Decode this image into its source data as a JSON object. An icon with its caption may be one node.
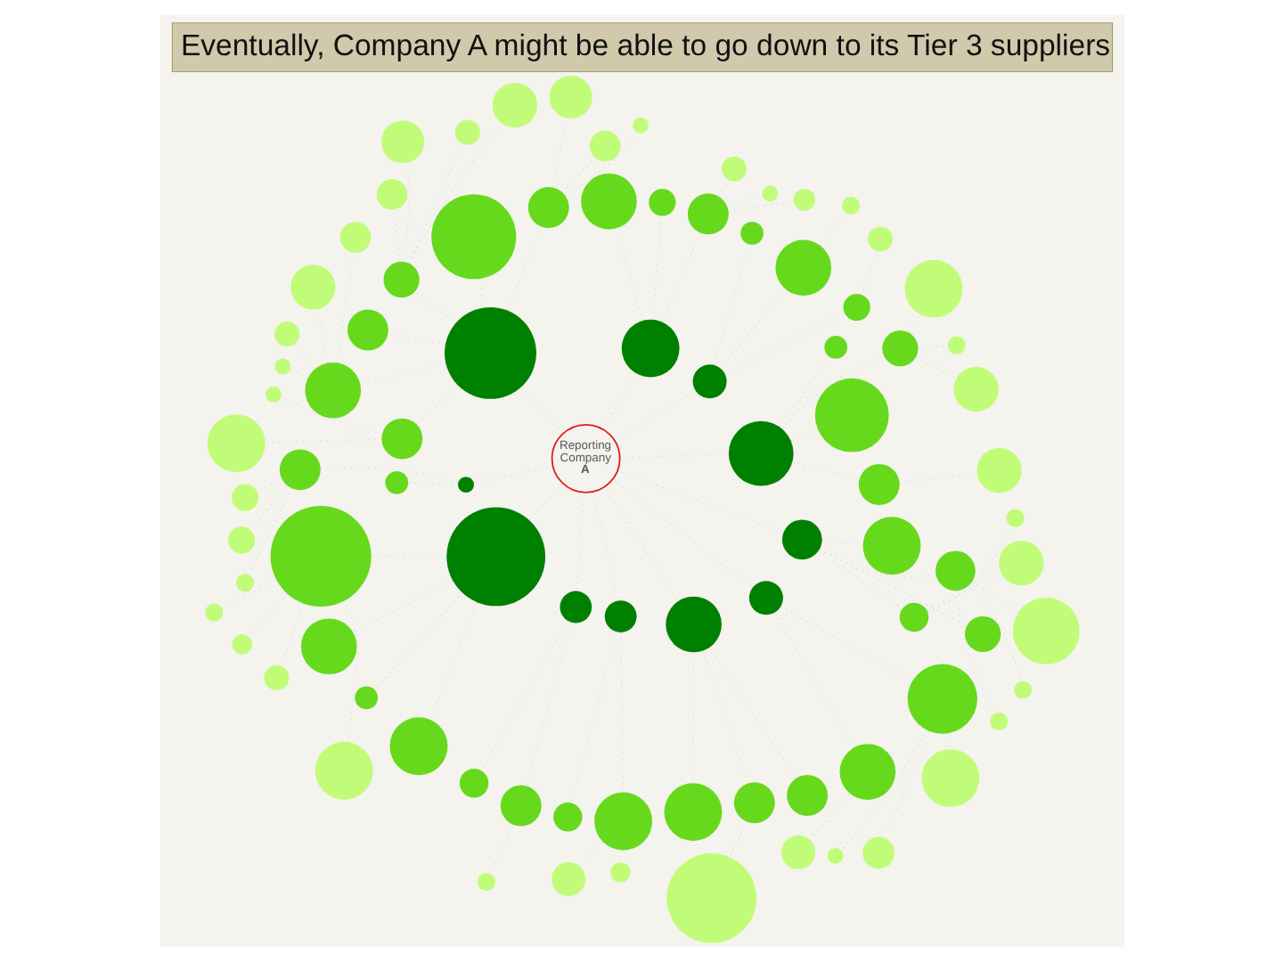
{
  "diagram": {
    "title": "Eventually, Company A might be able to go down to its Tier 3 suppliers",
    "nodes": [
      {
        "text": [
          "Reporting Company **A**"
        ]
      },
      {
        "text": [],
        "shape": "circle"
      },
      {
        "text": [],
        "shape": "circle"
      },
      {
        "text": [],
        "shape": "circle"
      },
      {
        "text": [],
        "shape": "circle"
      },
      {
        "text": [],
        "shape": "circle"
      },
      {
        "text": [],
        "shape": "circle"
      },
      {
        "text": [],
        "shape": "circle"
      },
      {
        "text": [],
        "shape": "circle"
      },
      {
        "text": [],
        "shape": "circle"
      },
      {
        "text": [],
        "shape": "circle"
      },
      {
        "text": [],
        "shape": "circle"
      },
      {
        "text": [],
        "shape": "circle"
      },
      {
        "text": [],
        "shape": "circle"
      },
      {
        "text": [],
        "shape": "circle"
      },
      {
        "text": [],
        "shape": "circle"
      },
      {
        "text": [],
        "shape": "circle"
      },
      {
        "text": [],
        "shape": "circle"
      },
      {
        "text": [],
        "shape": "circle"
      },
      {
        "text": [],
        "shape": "circle"
      },
      {
        "text": [],
        "shape": "circle"
      },
      {
        "text": [],
        "shape": "circle"
      },
      {
        "text": [],
        "shape": "circle"
      },
      {
        "text": [],
        "shape": "circle"
      },
      {
        "text": [],
        "shape": "circle"
      },
      {
        "text": [],
        "shape": "circle"
      },
      {
        "text": [],
        "shape": "circle"
      },
      {
        "text": [],
        "shape": "circle"
      },
      {
        "text": [],
        "shape": "circle"
      },
      {
        "text": [],
        "shape": "circle"
      },
      {
        "text": [],
        "shape": "circle"
      },
      {
        "text": [],
        "shape": "circle"
      },
      {
        "text": [],
        "shape": "circle"
      },
      {
        "text": [],
        "shape": "circle"
      },
      {
        "text": [],
        "shape": "circle"
      },
      {
        "text": [],
        "shape": "circle"
      },
      {
        "text": [],
        "shape": "circle"
      },
      {
        "text": [],
        "shape": "circle"
      },
      {
        "text": [],
        "shape": "circle"
      },
      {
        "text": [],
        "shape": "circle"
      },
      {
        "text": [],
        "shape": "circle"
      },
      {
        "text": [],
        "shape": "circle"
      },
      {
        "text": [],
        "shape": "circle"
      },
      {
        "text": [],
        "shape": "circle"
      },
      {
        "text": [],
        "shape": "circle"
      },
      {
        "text": [],
        "shape": "circle"
      },
      {
        "text": [],
        "shape": "circle"
      },
      {
        "text": [],
        "shape": "circle"
      },
      {
        "text": [],
        "shape": "circle"
      },
      {
        "text": [],
        "shape": "circle"
      },
      {
        "text": [],
        "shape": "circle"
      },
      {
        "text": [],
        "shape": "circle"
      },
      {
        "text": [],
        "shape": "circle"
      },
      {
        "text": [],
        "shape": "circle"
      },
      {
        "text": [],
        "shape": "circle"
      },
      {
        "text": [],
        "shape": "circle"
      },
      {
        "text": [],
        "shape": "circle"
      },
      {
        "text": [],
        "shape": "circle"
      },
      {
        "text": [],
        "shape": "circle"
      },
      {
        "text": [],
        "shape": "circle"
      },
      {
        "text": [],
        "shape": "circle"
      },
      {
        "text": [],
        "shape": "circle"
      },
      {
        "text": [],
        "shape": "circle"
      },
      {
        "text": [],
        "shape": "circle"
      },
      {
        "text": [],
        "shape": "circle"
      },
      {
        "text": [],
        "shape": "circle"
      },
      {
        "text": [],
        "shape": "circle"
      },
      {
        "text": [],
        "shape": "circle"
      },
      {
        "text": [],
        "shape": "circle"
      },
      {
        "text": [],
        "shape": "circle"
      },
      {
        "text": [],
        "shape": "circle"
      },
      {
        "text": [],
        "shape": "circle"
      },
      {
        "text": [],
        "shape": "circle"
      },
      {
        "text": [],
        "shape": "circle"
      },
      {
        "text": [],
        "shape": "circle"
      },
      {
        "text": [],
        "shape": "circle"
      },
      {
        "text": [],
        "shape": "circle"
      },
      {
        "text": [],
        "shape": "circle"
      },
      {
        "text": [],
        "shape": "circle"
      },
      {
        "text": [],
        "shape": "circle"
      },
      {
        "text": [],
        "shape": "circle"
      },
      {
        "text": [],
        "shape": "circle"
      },
      {
        "text": [],
        "shape": "circle"
      },
      {
        "text": [],
        "shape": "circle"
      },
      {
        "text": [],
        "shape": "circle"
      },
      {
        "text": [],
        "shape": "circle"
      },
      {
        "text": [],
        "shape": "circle"
      },
      {
        "text": [],
        "shape": "circle"
      },
      {
        "text": [],
        "shape": "circle"
      }
    ],
    "edges": [
      {
        "from": 0,
        "to": 1,
        "arrow": "none"
      },
      {
        "from": 0,
        "to": 2,
        "arrow": "none"
      },
      {
        "from": 0,
        "to": 3,
        "arrow": "none"
      },
      {
        "from": 0,
        "to": 4,
        "arrow": "none"
      },
      {
        "from": 0,
        "to": 5,
        "arrow": "none"
      },
      {
        "from": 0,
        "to": 6,
        "arrow": "none"
      },
      {
        "from": 0,
        "to": 7,
        "arrow": "none"
      },
      {
        "from": 0,
        "to": 8,
        "arrow": "none"
      },
      {
        "from": 0,
        "to": 9,
        "arrow": "none"
      },
      {
        "from": 0,
        "to": 10,
        "arrow": "none"
      },
      {
        "from": 0,
        "to": 11,
        "arrow": "none"
      },
      {
        "from": 1,
        "to": 12,
        "arrow": "none"
      },
      {
        "from": 1,
        "to": 13,
        "arrow": "none"
      },
      {
        "from": 1,
        "to": 14,
        "arrow": "none"
      },
      {
        "from": 1,
        "to": 15,
        "arrow": "none"
      },
      {
        "from": 2,
        "to": 16,
        "arrow": "none"
      },
      {
        "from": 2,
        "to": 17,
        "arrow": "none"
      },
      {
        "from": 2,
        "to": 18,
        "arrow": "none"
      },
      {
        "from": 3,
        "to": 19,
        "arrow": "none"
      },
      {
        "from": 3,
        "to": 20,
        "arrow": "none"
      },
      {
        "from": 3,
        "to": 21,
        "arrow": "none"
      },
      {
        "from": 4,
        "to": 22,
        "arrow": "none"
      },
      {
        "from": 4,
        "to": 23,
        "arrow": "none"
      },
      {
        "from": 4,
        "to": 24,
        "arrow": "none"
      },
      {
        "from": 4,
        "to": 25,
        "arrow": "none"
      },
      {
        "from": 4,
        "to": 26,
        "arrow": "none"
      },
      {
        "from": 4,
        "to": 27,
        "arrow": "none"
      },
      {
        "from": 5,
        "to": 28,
        "arrow": "none"
      },
      {
        "from": 5,
        "to": 29,
        "arrow": "none"
      },
      {
        "from": 6,
        "to": 30,
        "arrow": "none"
      },
      {
        "from": 6,
        "to": 31,
        "arrow": "none"
      },
      {
        "from": 6,
        "to": 32,
        "arrow": "none"
      },
      {
        "from": 6,
        "to": 33,
        "arrow": "none"
      },
      {
        "from": 7,
        "to": 34,
        "arrow": "none"
      },
      {
        "from": 7,
        "to": 35,
        "arrow": "none"
      },
      {
        "from": 8,
        "to": 36,
        "arrow": "none"
      },
      {
        "from": 8,
        "to": 37,
        "arrow": "none"
      },
      {
        "from": 9,
        "to": 38,
        "arrow": "none"
      },
      {
        "from": 9,
        "to": 39,
        "arrow": "none"
      },
      {
        "from": 9,
        "to": 40,
        "arrow": "none"
      },
      {
        "from": 10,
        "to": 41,
        "arrow": "none"
      },
      {
        "from": 10,
        "to": 42,
        "arrow": "none"
      },
      {
        "from": 11,
        "to": 43,
        "arrow": "none"
      },
      {
        "from": 11,
        "to": 44,
        "arrow": "none"
      },
      {
        "from": 11,
        "to": 45,
        "arrow": "none"
      },
      {
        "from": 11,
        "to": 46,
        "arrow": "none"
      },
      {
        "from": 12,
        "to": 47,
        "arrow": "none"
      },
      {
        "from": 15,
        "to": 48,
        "arrow": "none"
      },
      {
        "from": 15,
        "to": 49,
        "arrow": "none"
      },
      {
        "from": 15,
        "to": 50,
        "arrow": "none"
      },
      {
        "from": 16,
        "to": 51,
        "arrow": "none"
      },
      {
        "from": 17,
        "to": 52,
        "arrow": "none"
      },
      {
        "from": 19,
        "to": 53,
        "arrow": "none"
      },
      {
        "from": 19,
        "to": 54,
        "arrow": "none"
      },
      {
        "from": 19,
        "to": 55,
        "arrow": "none"
      },
      {
        "from": 22,
        "to": 56,
        "arrow": "none"
      },
      {
        "from": 22,
        "to": 57,
        "arrow": "none"
      },
      {
        "from": 22,
        "to": 58,
        "arrow": "none"
      },
      {
        "from": 24,
        "to": 59,
        "arrow": "none"
      },
      {
        "from": 24,
        "to": 60,
        "arrow": "none"
      },
      {
        "from": 24,
        "to": 61,
        "arrow": "none"
      },
      {
        "from": 24,
        "to": 62,
        "arrow": "none"
      },
      {
        "from": 26,
        "to": 63,
        "arrow": "none"
      },
      {
        "from": 26,
        "to": 64,
        "arrow": "none"
      },
      {
        "from": 26,
        "to": 65,
        "arrow": "none"
      },
      {
        "from": 26,
        "to": 66,
        "arrow": "none"
      },
      {
        "from": 27,
        "to": 67,
        "arrow": "none"
      },
      {
        "from": 27,
        "to": 68,
        "arrow": "none"
      },
      {
        "from": 30,
        "to": 69,
        "arrow": "none"
      },
      {
        "from": 30,
        "to": 70,
        "arrow": "none"
      },
      {
        "from": 30,
        "to": 71,
        "arrow": "none"
      },
      {
        "from": 30,
        "to": 72,
        "arrow": "none"
      },
      {
        "from": 29,
        "to": 73,
        "arrow": "none"
      },
      {
        "from": 29,
        "to": 74,
        "arrow": "none"
      },
      {
        "from": 29,
        "to": 75,
        "arrow": "none"
      },
      {
        "from": 35,
        "to": 76,
        "arrow": "none"
      },
      {
        "from": 37,
        "to": 77,
        "arrow": "none"
      },
      {
        "from": 37,
        "to": 78,
        "arrow": "none"
      },
      {
        "from": 39,
        "to": 79,
        "arrow": "none"
      },
      {
        "from": 41,
        "to": 80,
        "arrow": "none"
      },
      {
        "from": 42,
        "to": 81,
        "arrow": "none"
      },
      {
        "from": 42,
        "to": 82,
        "arrow": "none"
      },
      {
        "from": 42,
        "to": 83,
        "arrow": "none"
      },
      {
        "from": 44,
        "to": 84,
        "arrow": "none"
      },
      {
        "from": 44,
        "to": 85,
        "arrow": "none"
      },
      {
        "from": 44,
        "to": 86,
        "arrow": "none"
      },
      {
        "from": 45,
        "to": 87,
        "arrow": "none"
      },
      {
        "from": 45,
        "to": 88,
        "arrow": "none"
      }
    ]
  }
}
